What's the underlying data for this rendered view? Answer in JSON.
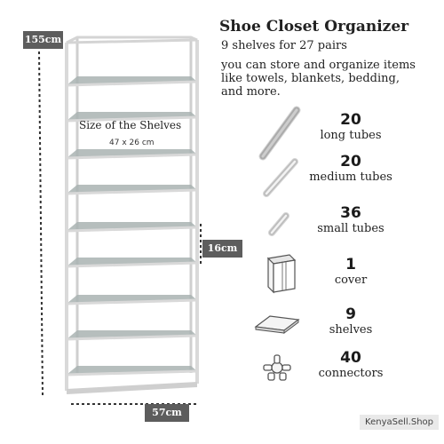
{
  "product": {
    "title": "Shoe Closet Organizer",
    "subtitle": "9 shelves for 27 pairs",
    "description_lines": [
      "you can store and organize items",
      "like towels, blankets, bedding,",
      "and more."
    ]
  },
  "dimensions": {
    "height_label": "155cm",
    "shelf_gap_label": "16cm",
    "width_label": "57cm",
    "shelf_size_title": "Size of the Shelves",
    "shelf_size_value": "47 x 26 cm"
  },
  "components": [
    {
      "count": "20",
      "name": "long tubes",
      "icon": "long-tube-icon"
    },
    {
      "count": "20",
      "name": "medium tubes",
      "icon": "medium-tube-icon"
    },
    {
      "count": "36",
      "name": "small tubes",
      "icon": "small-tube-icon"
    },
    {
      "count": "1",
      "name": "cover",
      "icon": "cover-icon"
    },
    {
      "count": "9",
      "name": "shelves",
      "icon": "shelf-icon"
    },
    {
      "count": "40",
      "name": "connectors",
      "icon": "connector-icon"
    }
  ],
  "watermark": "KenyaSell.Shop",
  "colors": {
    "frame": "#d6d6d6",
    "shelf": "#a9b3b2",
    "tag_bg": "#5d5d5d"
  }
}
